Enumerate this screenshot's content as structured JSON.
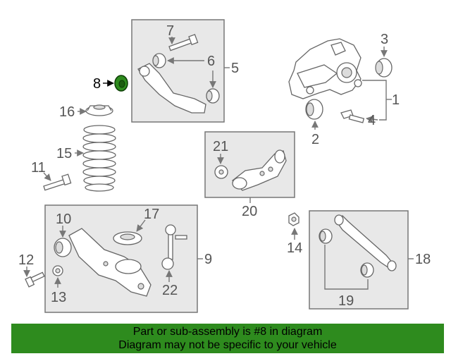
{
  "callouts": {
    "n1": "1",
    "n2": "2",
    "n3": "3",
    "n4": "4",
    "n5": "5",
    "n6": "6",
    "n7": "7",
    "n8": "8",
    "n9": "9",
    "n10": "10",
    "n11": "11",
    "n12": "12",
    "n13": "13",
    "n14": "14",
    "n15": "15",
    "n16": "16",
    "n17": "17",
    "n18": "18",
    "n19": "19",
    "n20": "20",
    "n21": "21",
    "n22": "22"
  },
  "highlight": {
    "part": "8",
    "color": "#2e8b1e"
  },
  "banner": {
    "line1": "Part or sub-assembly is #8 in diagram",
    "line2": "Diagram may not be specific to your vehicle",
    "color": "#2e8b1e"
  }
}
